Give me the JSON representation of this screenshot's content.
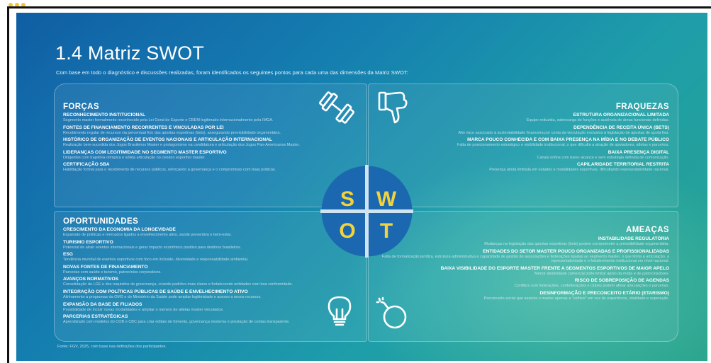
{
  "slide": {
    "title": "1.4 Matriz SWOT",
    "subtitle": "Com base em todo o diagnóstico e discussões realizadas, foram identificados os seguintes pontos para cada uma das dimensões da Matriz SWOT:",
    "footnote": "Fonte: FGV, 2025, com base nas definições dos participantes."
  },
  "colors": {
    "accent": "#f2d33c",
    "circle": "#1c68b0",
    "text": "#ffffff"
  },
  "center": {
    "s": "S",
    "w": "W",
    "o": "O",
    "t": "T"
  },
  "icons": {
    "forcas": "dumbbell-icon",
    "fraquezas": "thumbs-down-icon",
    "oportunidades": "lightbulb-icon",
    "ameacas": "bomb-icon"
  },
  "forcas": {
    "title": "FORÇAS",
    "items": [
      {
        "h": "RECONHECIMENTO INSTITUCIONAL",
        "d": "Segmento master formalmente reconhecido pela Lei Geral do Esporte e CBEM legitimado internacionalmente pela IMGA."
      },
      {
        "h": "FONTES DE FINANCIAMENTO RECORRENTES E VINCULADAS POR LEI",
        "d": "Recebimento regular de recursos via percentual fixo das apostas esportivas (bets), assegurando previsibilidade orçamentária."
      },
      {
        "h": "HISTÓRICO DE ORGANIZAÇÃO DE EVENTOS NACIONAIS E ARTICULAÇÃO INTERNACIONAL",
        "d": "Realização bem-sucedida dos Jogos Brasileiros Master e protagonismo na candidatura e articulação dos Jogos Pan-Americanos Master."
      },
      {
        "h": "LIDERANÇAS COM LEGITIMIDADE NO SEGMENTO MASTER ESPORTIVO",
        "d": "Dirigentes com trajetória olímpica e sólida articulação no cenário esportivo master."
      },
      {
        "h": "CERTIFICAÇÃO SBA",
        "d": "Habilitação formal para o recebimento de recursos públicos, reforçando a governança e o compromisso com boas práticas."
      }
    ]
  },
  "fraquezas": {
    "title": "FRAQUEZAS",
    "items": [
      {
        "h": "ESTRUTURA ORGANIZACIONAL LIMITADA",
        "d": "Equipe reduzida, sobrecarga de funções e ausência de áreas funcionais definidas."
      },
      {
        "h": "DEPENDÊNCIA DE RECEITA ÚNICA (BETS)",
        "d": "Alto risco associado à sustentabilidade financeira por conta da vinculação exclusiva à legislação de apostas de quota fixa."
      },
      {
        "h": "MARCA POUCO CONHECIDA E COM BAIXA PRESENÇA NA MÍDIA E NO DEBATE PÚBLICO",
        "d": "Falta de posicionamento estratégico e visibilidade institucional, o que dificulta a atração de apoiadores, atletas e parceiros."
      },
      {
        "h": "BAIXA PRESENÇA DIGITAL",
        "d": "Canais online com baixo alcance e sem estratégia definida de comunicação."
      },
      {
        "h": "CAPILARIDADE TERRITORIAL RESTRITA",
        "d": "Presença ainda limitada em estados e modalidades esportivas, dificultando representatividade nacional."
      }
    ]
  },
  "oportunidades": {
    "title": "OPORTUNIDADES",
    "items": [
      {
        "h": "CRESCIMENTO DA ECONOMIA DA LONGEVIDADE",
        "d": "Expansão de políticas e mercados ligados a envelhecimento ativo, saúde preventiva e bem-estar."
      },
      {
        "h": "TURISMO ESPORTIVO",
        "d": "Potencial de atrair eventos internacionais e gerar impacto econômico positivo para destinos brasileiros."
      },
      {
        "h": "ESG",
        "d": "Tendência mundial de eventos esportivos com foco em inclusão, diversidade e responsabilidade ambiental."
      },
      {
        "h": "NOVAS FONTES DE FINANCIAMENTO",
        "d": "Parcerias com saúde e turismo, patrocínios corporativos."
      },
      {
        "h": "AVANÇOS NORMATIVOS",
        "d": "Consolidação da LGE e dos requisitos de governança, criando padrões mais claros e fortalecendo entidades com boa conformidade."
      },
      {
        "h": "INTEGRAÇÃO COM POLÍTICAS PÚBLICAS DE SAÚDE E ENVELHECIMENTO ATIVO",
        "d": "Alinhamento a programas da OMS e do Ministério da Saúde pode ampliar legitimidade e acesso a novos recursos."
      },
      {
        "h": "EXPANSÃO DA BASE DE FILIADOS",
        "d": "Possibilidade de incluir novas modalidades e ampliar o número de atletas master vinculados."
      },
      {
        "h": "PARCERIAS ESTRATÉGICAS",
        "d": "Aprendizado com modelos do COB e CBC para criar editais de fomento, governança moderna e prestação de contas transparente."
      }
    ]
  },
  "ameacas": {
    "title": "AMEAÇAS",
    "items": [
      {
        "h": "INSTABILIDADE REGULATÓRIA",
        "d": "Mudanças na legislação das apostas esportivas (bets) podem comprometer a previsibilidade orçamentária."
      },
      {
        "h": "ENTIDADES DO SETOR MASTER POUCO ORGANIZADAS E PROFISSIONALIZADAS",
        "d": "Falta de formalização jurídica, estrutura administrativa e capacidade de gestão de associações e federações ligadas ao segmento master, o que limita a articulação, a representatividade e o fortalecimento institucional em nível nacional."
      },
      {
        "h": "BAIXA VISIBILIDADE DO ESPORTE MASTER FRENTE A SEGMENTOS ESPORTIVOS DE MAIOR APELO",
        "d": "Menor atratividade comercial pode limitar apoio da mídia e de patrocinadores."
      },
      {
        "h": "RISCO DE SOBREPOSIÇÃO DE AGENDAS",
        "d": "Conflitos com federações, confederações e clubes podem afetar articulações e parcerias."
      },
      {
        "h": "DESINFORMAÇÃO E PRECONCEITO ETÁRIO (ETARISMO)",
        "d": "Preconceito social que associa o master apenas a \"velhice\" em vez de experiência, vitalidade e superação."
      }
    ]
  }
}
